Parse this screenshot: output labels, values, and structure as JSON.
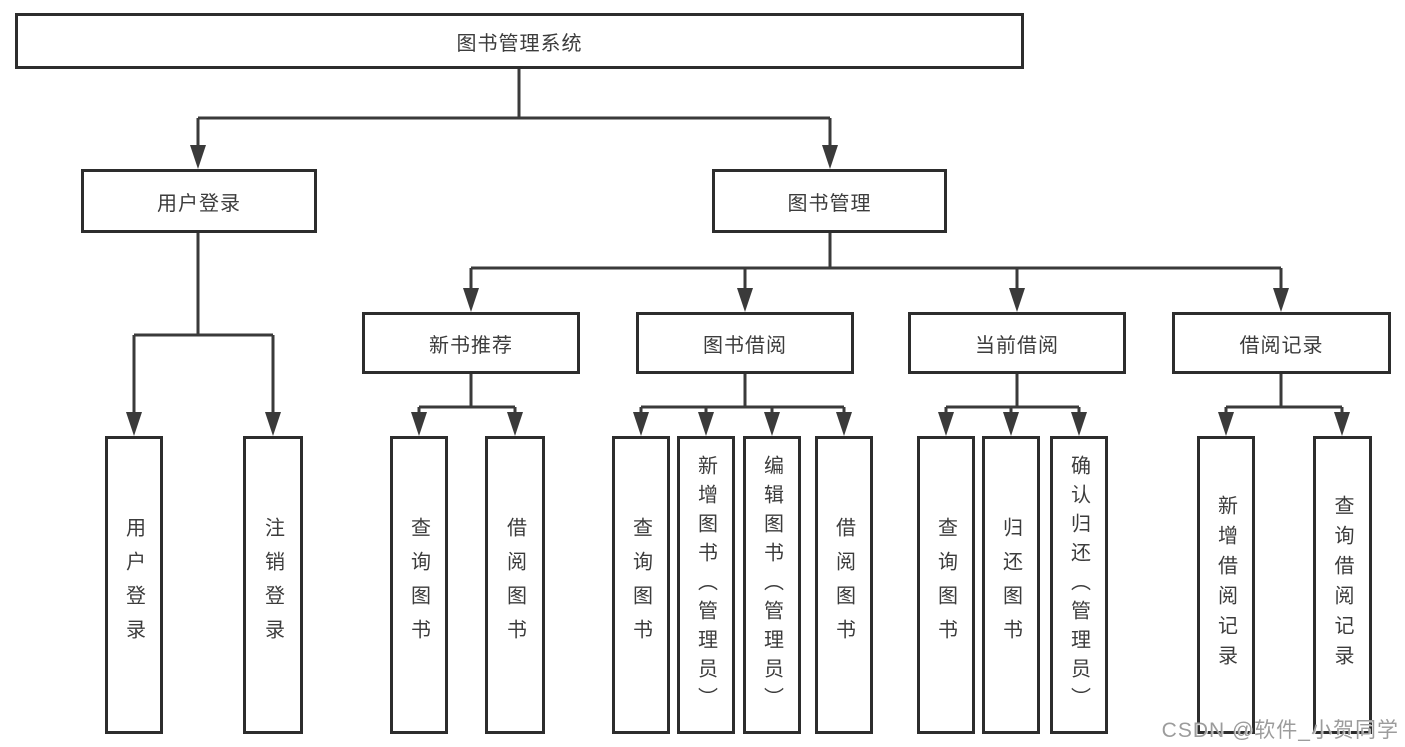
{
  "diagram": {
    "root_label": "图书管理系统",
    "level2": {
      "user_login": "用户登录",
      "book_management": "图书管理"
    },
    "level3": {
      "new_book_recommendation": "新书推荐",
      "book_borrowing": "图书借阅",
      "current_borrowing": "当前借阅",
      "borrowing_records": "借阅记录"
    },
    "leaves": {
      "user_login": "用户登录",
      "logout_login": "注销登录",
      "rec_query_books": "查询图书",
      "rec_borrow_books": "借阅图书",
      "borrow_query_books": "查询图书",
      "borrow_add_books_admin": "新增图书（管理员）",
      "borrow_edit_books_admin": "编辑图书（管理员）",
      "borrow_borrow_books": "借阅图书",
      "current_query_books": "查询图书",
      "current_return_books": "归还图书",
      "current_confirm_return_admin": "确认归还（管理员）",
      "records_add_record": "新增借阅记录",
      "records_query_record": "查询借阅记录"
    }
  },
  "watermark": {
    "text": "CSDN @软件_小贺同学"
  },
  "colors": {
    "line": "#3a3a3a",
    "border": "#2d2d2d",
    "text": "#3c3c3c",
    "watermark": "#9c9c9c",
    "background": "#ffffff"
  }
}
